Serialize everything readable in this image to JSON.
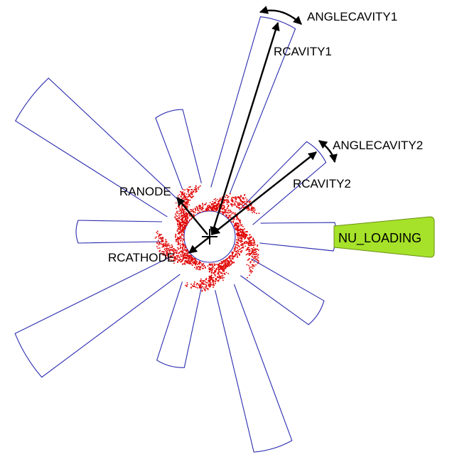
{
  "labels": {
    "angle_cavity_1": "ANGLECAVITY1",
    "r_cavity_1": "RCAVITY1",
    "angle_cavity_2": "ANGLECAVITY2",
    "r_cavity_2": "RCAVITY2",
    "r_anode": "RANODE",
    "r_cathode": "RCATHODE",
    "nu_loading": "NU_LOADING"
  },
  "colors": {
    "outline": "#2b2bb0",
    "particles": "#e00000",
    "loading_fill": "#a6e22a",
    "arrows": "#000000"
  }
}
